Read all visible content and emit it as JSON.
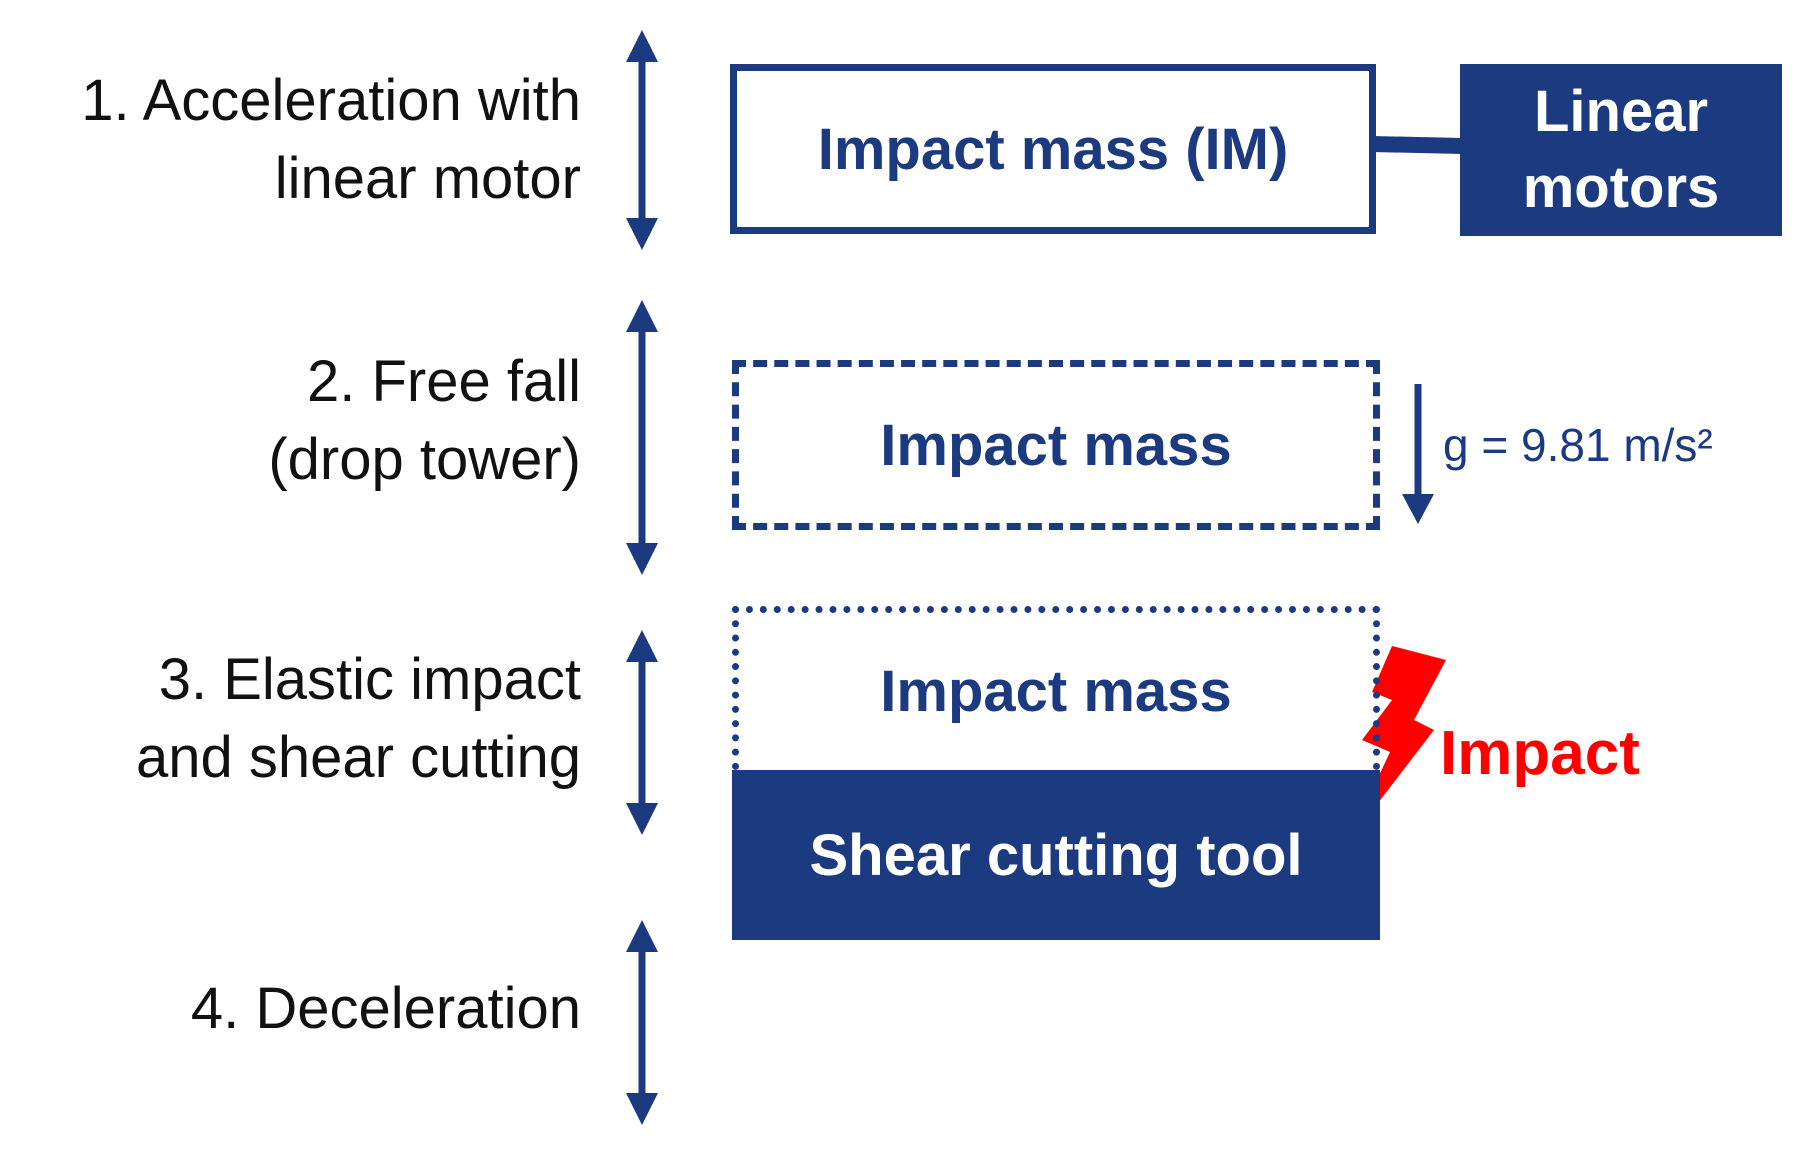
{
  "stages": [
    {
      "number": "1.",
      "lines": [
        "1. Acceleration with",
        "linear motor"
      ]
    },
    {
      "number": "2.",
      "lines": [
        "2. Free fall",
        "(drop tower)"
      ]
    },
    {
      "number": "3.",
      "lines": [
        "3. Elastic impact",
        "and shear cutting"
      ]
    },
    {
      "number": "4.",
      "lines": [
        "4. Deceleration"
      ]
    }
  ],
  "boxes": {
    "impact_mass_im": "Impact mass (IM)",
    "linear_motors_line1": "Linear",
    "linear_motors_line2": "motors",
    "impact_mass_free_fall": "Impact mass",
    "impact_mass_elastic": "Impact mass",
    "shear_cutting_tool": "Shear cutting tool"
  },
  "annotations": {
    "gravity": "g = 9.81 m/s²",
    "impact": "Impact"
  },
  "colors": {
    "navy": "#1b3a80",
    "impact_red": "#ff0000",
    "text": "#111111"
  },
  "icons": {
    "stage_arrows": "double-headed-vertical-arrow",
    "gravity_arrow": "down-arrow",
    "impact": "lightning-bolt"
  }
}
